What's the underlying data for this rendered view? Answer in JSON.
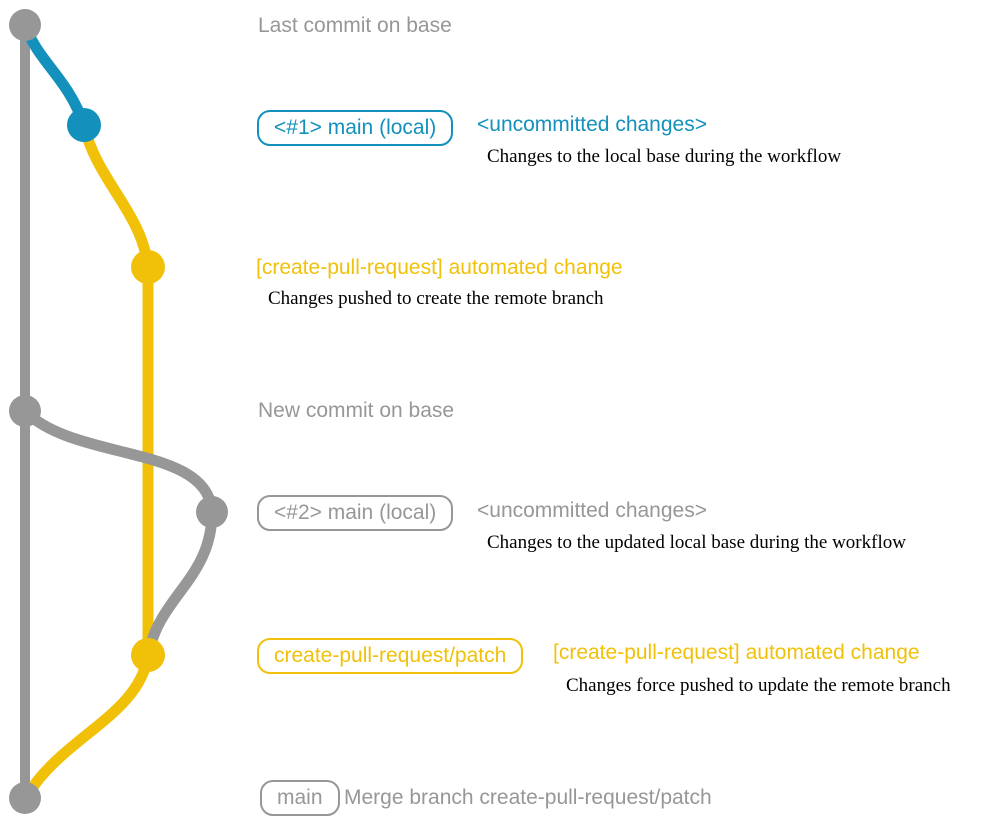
{
  "colors": {
    "gray": "#979797",
    "blue": "#1391bc",
    "yellow": "#f1c10a",
    "note": "#000000",
    "bg": "#ffffff"
  },
  "rows": [
    {
      "message": "Last commit on base"
    },
    {
      "branch_label": "<#1> main (local)",
      "message": "<uncommitted changes>",
      "note": "Changes to the local base during the workflow"
    },
    {
      "message": "[create-pull-request] automated change",
      "note": "Changes pushed to create the remote branch"
    },
    {
      "message": "New commit on base"
    },
    {
      "branch_label": "<#2> main (local)",
      "message": "<uncommitted changes>",
      "note": "Changes to the updated local base during the workflow"
    },
    {
      "branch_label": "create-pull-request/patch",
      "message": "[create-pull-request] automated change",
      "note": "Changes force pushed to update the remote branch"
    },
    {
      "branch_label": "main",
      "message": "Merge branch create-pull-request/patch"
    }
  ]
}
